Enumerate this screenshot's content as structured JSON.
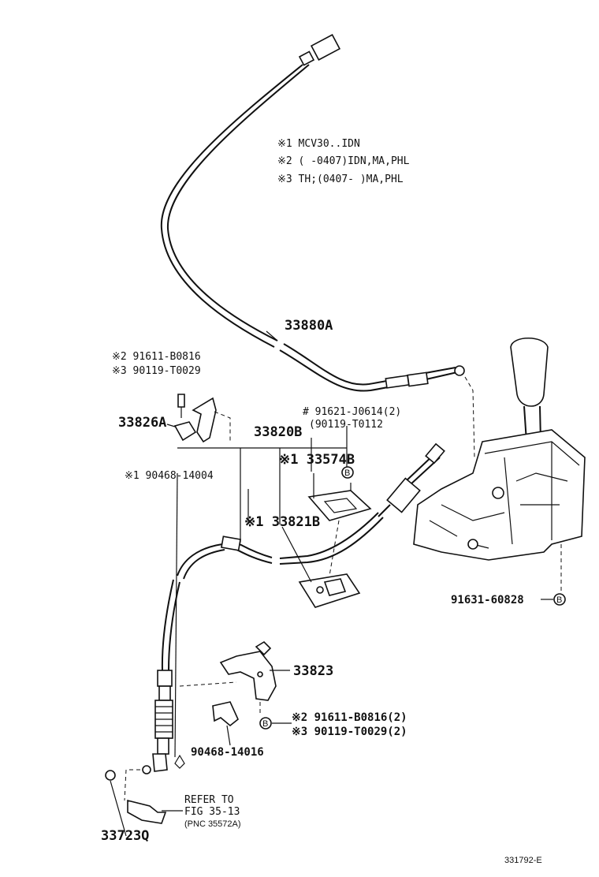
{
  "notes": [
    "※1 MCV30..IDN",
    "※2 (     -0407)IDN,MA,PHL",
    "※3 TH;(0407-     )MA,PHL"
  ],
  "labels": {
    "p33880A": "33880A",
    "n2_91611": "※2 91611-B0816",
    "n3_90119": "※3 90119-T0029",
    "p33826A": "33826A",
    "p33820B": "33820B",
    "hash91621": "# 91621-J0614(2)",
    "p90119T0112": "(90119-T0112",
    "p33574B": "※1 33574B",
    "p90468_14004": "※1 90468-14004",
    "p33821B": "※1 33821B",
    "p91631": "91631-60828",
    "p33823": "33823",
    "n2_91611x2": "※2 91611-B0816(2)",
    "n3_90119x2": "※3 90119-T0029(2)",
    "p90468_14016": "90468-14016",
    "refer1": "REFER TO",
    "refer2": "FIG 35-13",
    "refer3": "(PNC 35572A)",
    "p33723Q": "33723Q",
    "markerB": "B",
    "figcode": "331792-E"
  }
}
